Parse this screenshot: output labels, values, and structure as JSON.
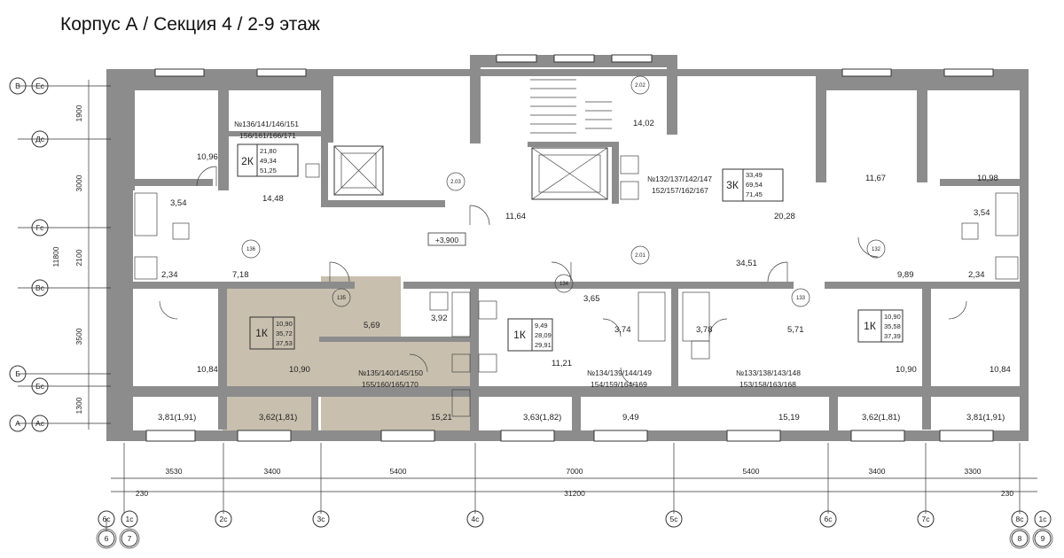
{
  "title": "Корпус А / Секция 4 / 2-9 этаж",
  "level_mark": "+3,900",
  "highlight_color": "#c8bfae",
  "rows_left": [
    {
      "main": "В",
      "sub": "Ес"
    },
    {
      "main": "",
      "sub": "Дс"
    },
    {
      "main": "",
      "sub": "Гс"
    },
    {
      "main": "",
      "sub": "Вс"
    },
    {
      "main": "Б",
      "sub": "Бс"
    },
    {
      "main": "А",
      "sub": "Ас"
    }
  ],
  "vertical_dims": [
    "1900",
    "3000",
    "2100",
    "3500",
    "1300"
  ],
  "vertical_total": "11800",
  "cols_bottom": [
    {
      "sub": "6с",
      "main": "6"
    },
    {
      "sub": "1с",
      "main": "7"
    },
    {
      "sub": "2с",
      "main": ""
    },
    {
      "sub": "3с",
      "main": ""
    },
    {
      "sub": "4с",
      "main": ""
    },
    {
      "sub": "5с",
      "main": ""
    },
    {
      "sub": "6с",
      "main": ""
    },
    {
      "sub": "7с",
      "main": ""
    },
    {
      "sub": "8с",
      "main": "8"
    },
    {
      "sub": "1с",
      "main": "9"
    }
  ],
  "horizontal_dims": [
    "3530",
    "3400",
    "5400",
    "7000",
    "5400",
    "3400",
    "3300"
  ],
  "edge_dim_left": "230",
  "edge_dim_right": "230",
  "horizontal_total": "31200",
  "apartments": [
    {
      "id": "apt-2k",
      "numbers_1": "№136/141/146/151",
      "numbers_2": "156/161/166/171",
      "rooms": "2К",
      "a1": "21,80",
      "a2": "49,34",
      "a3": "51,25"
    },
    {
      "id": "apt-3k",
      "numbers_1": "№132/137/142/147",
      "numbers_2": "152/157/162/167",
      "rooms": "3К",
      "a1": "33,49",
      "a2": "69,54",
      "a3": "71,45"
    },
    {
      "id": "apt-1k-left",
      "numbers_1": "",
      "numbers_2": "",
      "rooms": "1К",
      "a1": "10,90",
      "a2": "35,72",
      "a3": "37,53"
    },
    {
      "id": "apt-1k-center",
      "numbers_1": "№135/140/145/150",
      "numbers_2": "155/160/165/170",
      "rooms": "1К",
      "a1": "9,49",
      "a2": "28,09",
      "a3": "29,91"
    },
    {
      "id": "apt-1k-mid",
      "numbers_1": "№134/139/144/149",
      "numbers_2": "154/159/164/169",
      "rooms": "",
      "a1": "",
      "a2": "",
      "a3": ""
    },
    {
      "id": "apt-1k-right",
      "numbers_1": "№133/138/143/148",
      "numbers_2": "153/158/163/168",
      "rooms": "1К",
      "a1": "10,90",
      "a2": "35,58",
      "a3": "37,39"
    }
  ],
  "room_areas": {
    "r1": "10,96",
    "r2": "3,54",
    "r3": "2,34",
    "r4": "7,18",
    "r5": "14,48",
    "r6": "10,84",
    "r7": "10,90",
    "r8": "5,69",
    "r9": "3,92",
    "r10": "15,21",
    "r11": "3,81(1,91)",
    "r12": "3,62(1,81)",
    "r13": "11,64",
    "r14": "14,02",
    "r15": "3,63(1,82)",
    "r16": "3,65",
    "r17": "3,74",
    "r18": "11,21",
    "r19": "9,49",
    "r20": "34,51",
    "r21": "20,28",
    "r22": "3,78",
    "r23": "5,71",
    "r24": "15,19",
    "r25": "10,90",
    "r26": "3,62(1,81)",
    "r27": "11,67",
    "r28": "10,98",
    "r29": "3,54",
    "r30": "2,34",
    "r31": "9,89",
    "r32": "10,84",
    "r33": "3,81(1,91)"
  },
  "markers": {
    "m1": "2.02",
    "m2": "2.03",
    "m3": "2.01",
    "m4": "136",
    "m5": "135",
    "m6": "134",
    "m7": "133",
    "m8": "132"
  }
}
